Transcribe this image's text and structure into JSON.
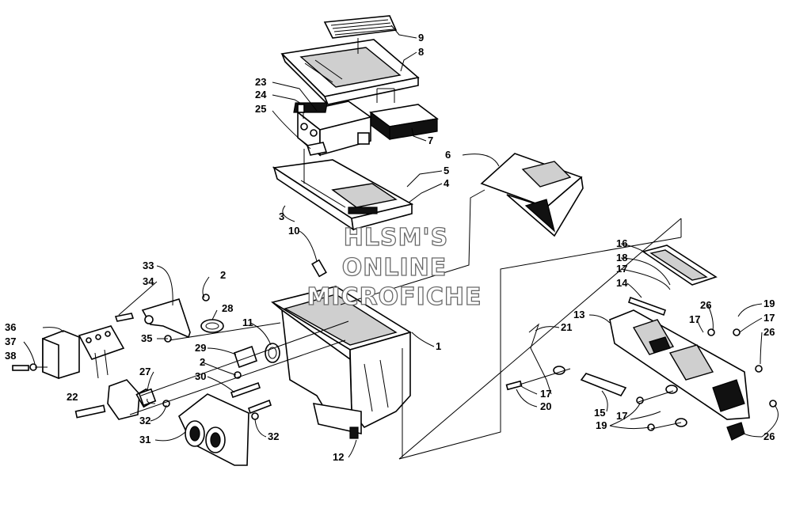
{
  "watermark": {
    "line1": "HLSM'S",
    "line2": "ONLINE",
    "line3": "MICROFICHE"
  },
  "callouts": [
    {
      "id": "c1",
      "label": "1"
    },
    {
      "id": "c2a",
      "label": "2"
    },
    {
      "id": "c2b",
      "label": "2"
    },
    {
      "id": "c3",
      "label": "3"
    },
    {
      "id": "c4",
      "label": "4"
    },
    {
      "id": "c5",
      "label": "5"
    },
    {
      "id": "c6",
      "label": "6"
    },
    {
      "id": "c7",
      "label": "7"
    },
    {
      "id": "c8",
      "label": "8"
    },
    {
      "id": "c9",
      "label": "9"
    },
    {
      "id": "c10",
      "label": "10"
    },
    {
      "id": "c11",
      "label": "11"
    },
    {
      "id": "c12",
      "label": "12"
    },
    {
      "id": "c13",
      "label": "13"
    },
    {
      "id": "c14",
      "label": "14"
    },
    {
      "id": "c15",
      "label": "15"
    },
    {
      "id": "c16",
      "label": "16"
    },
    {
      "id": "c17a",
      "label": "17"
    },
    {
      "id": "c17b",
      "label": "17"
    },
    {
      "id": "c17c",
      "label": "17"
    },
    {
      "id": "c17d",
      "label": "17"
    },
    {
      "id": "c17e",
      "label": "17"
    },
    {
      "id": "c18",
      "label": "18"
    },
    {
      "id": "c19a",
      "label": "19"
    },
    {
      "id": "c19b",
      "label": "19"
    },
    {
      "id": "c20",
      "label": "20"
    },
    {
      "id": "c21",
      "label": "21"
    },
    {
      "id": "c22",
      "label": "22"
    },
    {
      "id": "c23",
      "label": "23"
    },
    {
      "id": "c24",
      "label": "24"
    },
    {
      "id": "c25",
      "label": "25"
    },
    {
      "id": "c26a",
      "label": "26"
    },
    {
      "id": "c26b",
      "label": "26"
    },
    {
      "id": "c26c",
      "label": "26"
    },
    {
      "id": "c27",
      "label": "27"
    },
    {
      "id": "c28",
      "label": "28"
    },
    {
      "id": "c29",
      "label": "29"
    },
    {
      "id": "c30",
      "label": "30"
    },
    {
      "id": "c31",
      "label": "31"
    },
    {
      "id": "c32a",
      "label": "32"
    },
    {
      "id": "c32b",
      "label": "32"
    },
    {
      "id": "c33",
      "label": "33"
    },
    {
      "id": "c34",
      "label": "34"
    },
    {
      "id": "c35",
      "label": "35"
    },
    {
      "id": "c36",
      "label": "36"
    },
    {
      "id": "c37",
      "label": "37"
    },
    {
      "id": "c38",
      "label": "38"
    }
  ]
}
